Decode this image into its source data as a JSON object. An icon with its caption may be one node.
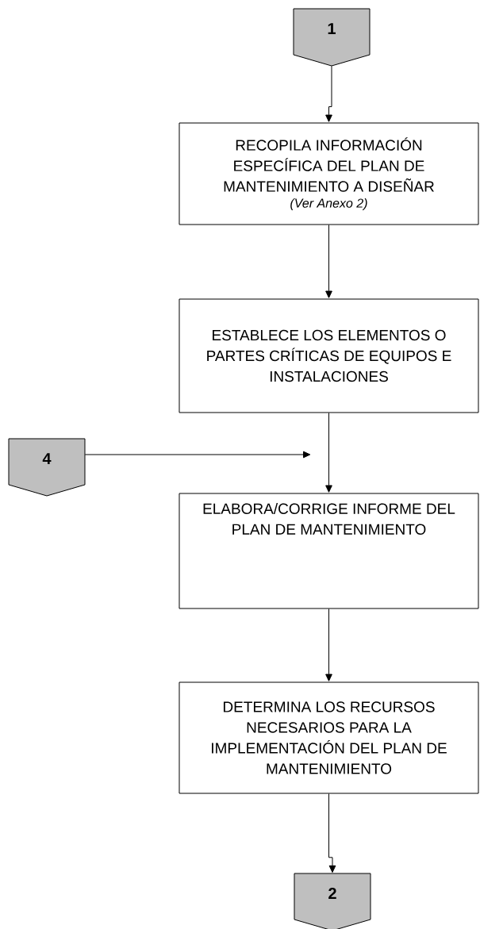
{
  "diagram": {
    "nodes": [
      {
        "text": [
          "1"
        ]
      },
      {
        "text": [
          "RECOPILA INFORMACIÓN ESPECÍFICA DEL PLAN DE MANTENIMIENTO A DISEÑAR",
          "(Ver Anexo 2)"
        ]
      },
      {
        "text": [
          "ESTABLECE LOS ELEMENTOS O PARTES CRÍTICAS DE EQUIPOS E INSTALACIONES"
        ]
      },
      {
        "text": [
          "4"
        ]
      },
      {
        "text": [
          "ELABORA/CORRIGE INFORME DEL PLAN DE MANTENIMIENTO"
        ]
      },
      {
        "text": [
          "DETERMINA LOS RECURSOS NECESARIOS PARA LA IMPLEMENTACIÓN DEL PLAN DE MANTENIMIENTO"
        ]
      },
      {
        "text": [
          "2"
        ]
      }
    ],
    "edges": [
      {
        "from": 0,
        "to": 1,
        "arrow": "to"
      },
      {
        "from": 1,
        "to": 2,
        "arrow": "to"
      },
      {
        "from": 2,
        "to": 4,
        "arrow": "to"
      },
      {
        "from": 3,
        "to": null,
        "arrow": "to"
      },
      {
        "from": 4,
        "to": 5,
        "arrow": "to"
      },
      {
        "from": 5,
        "to": 6,
        "arrow": "to"
      }
    ]
  }
}
